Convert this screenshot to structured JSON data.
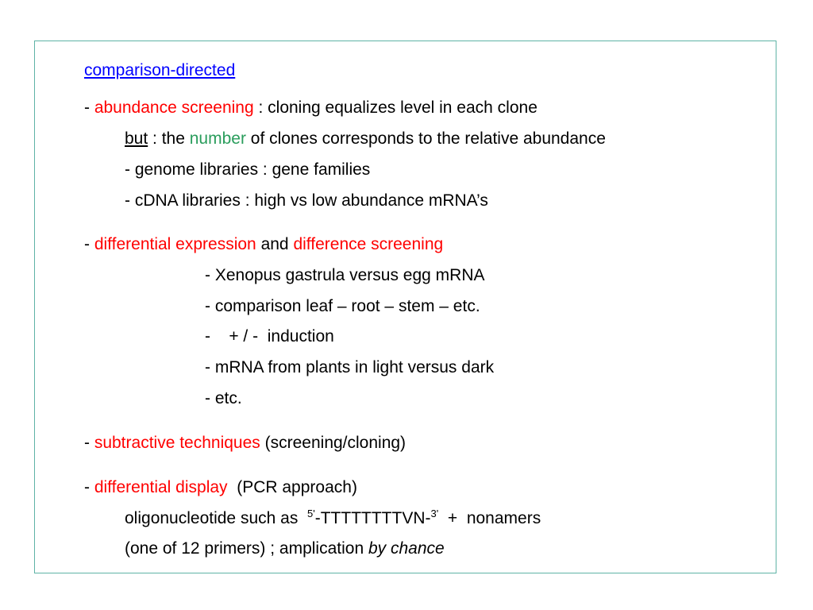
{
  "heading": "comparison-directed",
  "sections": {
    "abundance": {
      "dash": "- ",
      "term": "abundance screening",
      "rest": " : cloning equalizes level in each clone",
      "line2": {
        "but": "but",
        "part1": " : the ",
        "number": "number",
        "part2": " of clones corresponds to the relative abundance"
      },
      "line3": "- genome libraries : gene families",
      "line4": "- cDNA libraries : high vs low abundance mRNA’s"
    },
    "differential_expression": {
      "dash": "- ",
      "term1": "differential expression",
      "and": " and ",
      "term2": "difference screening",
      "items": [
        "- Xenopus gastrula versus egg mRNA",
        "- comparison leaf – root – stem – etc.",
        "-    + / -  induction",
        "- mRNA from plants in light versus dark",
        "- etc."
      ]
    },
    "subtractive": {
      "dash": "- ",
      "term": "subtractive techniques",
      "rest": " (screening/cloning)"
    },
    "display": {
      "dash": "- ",
      "term": "differential display",
      "rest": "  (PCR approach)",
      "line2": {
        "part1": "oligonucleotide such as  ",
        "sup5": "5'",
        "seq": "-TTTTTTTTVN-",
        "sup3": "3'",
        "part2": "  +  nonamers"
      },
      "line3": {
        "part1": "(one of 12 primers) ; amplication ",
        "italic": "by chance"
      }
    }
  },
  "colors": {
    "term": "#ff0000",
    "number": "#2a9d5c",
    "heading_link": "#0000ff",
    "frame_border": "#5fb3a6"
  }
}
